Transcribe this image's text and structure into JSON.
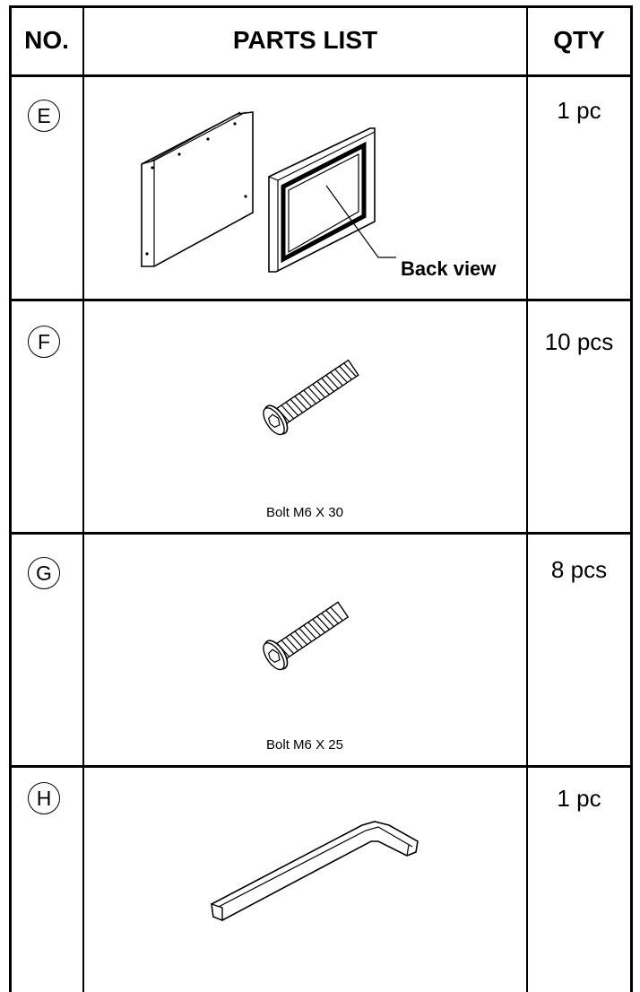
{
  "header": {
    "no_label": "NO.",
    "parts_label": "PARTS LIST",
    "qty_label": "QTY"
  },
  "parts": [
    {
      "letter": "E",
      "qty": "1 pc",
      "callout": "Back view",
      "caption": "",
      "icon": "back-panel-drawing"
    },
    {
      "letter": "F",
      "qty": "10 pcs",
      "caption": "Bolt M6 X 30",
      "icon": "bolt-drawing"
    },
    {
      "letter": "G",
      "qty": "8 pcs",
      "caption": "Bolt M6 X 25",
      "icon": "bolt-drawing"
    },
    {
      "letter": "H",
      "qty": "1 pc",
      "caption": "",
      "icon": "allen-key-drawing"
    }
  ]
}
